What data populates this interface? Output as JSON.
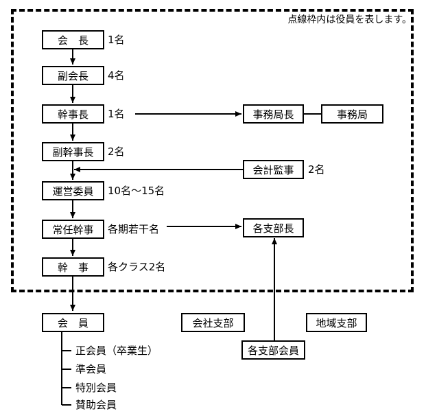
{
  "note": "点線枠内は役員を表します。",
  "boxes": {
    "kaicho": "会　長",
    "fukukaicho": "副会長",
    "kanjicho": "幹事長",
    "jimukyokucho": "事務局長",
    "jimukyoku": "事務局",
    "fukukanjicho": "副幹事長",
    "kaikei": "会計監事",
    "unei": "運営委員",
    "jonin": "常任幹事",
    "shibucho": "各支部長",
    "kanji": "幹　事",
    "kaiin": "会　員",
    "kaisha": "会社支部",
    "chiiki": "地域支部",
    "shibukaiin": "各支部会員"
  },
  "counts": {
    "kaicho": "1名",
    "fukukaicho": "4名",
    "kanjicho": "1名",
    "fukukanjicho": "2名",
    "kaikei": "2名",
    "unei": "10名～15名",
    "jonin": "各期若干名",
    "kanji": "各クラス2名"
  },
  "members": [
    "正会員（卒業生）",
    "準会員",
    "特別会員",
    "賛助会員"
  ]
}
